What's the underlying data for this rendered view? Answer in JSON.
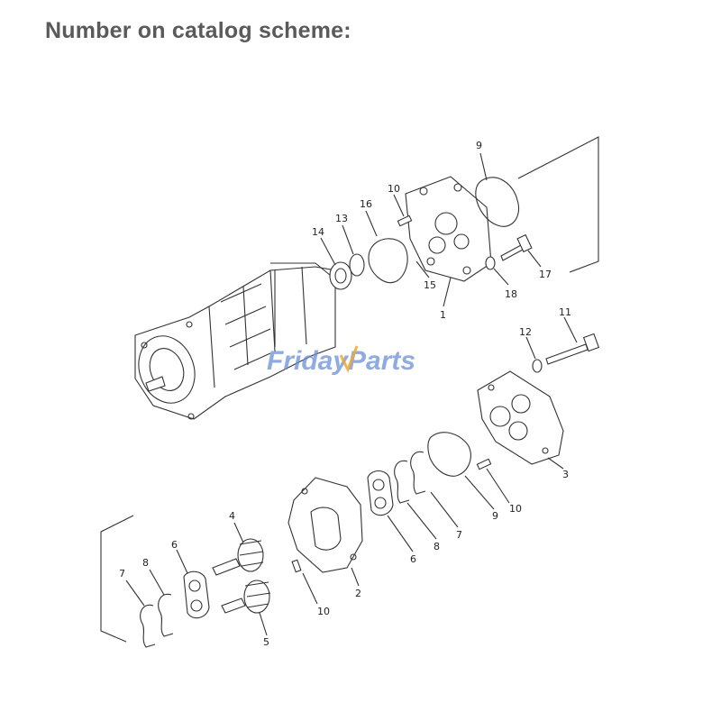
{
  "heading": "Number on catalog scheme:",
  "watermark": {
    "text": "FridayParts",
    "color_primary": "#6a8fd6",
    "color_accent": "#f0a830"
  },
  "callouts": {
    "c1": "1",
    "c2": "2",
    "c3": "3",
    "c4": "4",
    "c5": "5",
    "c6a": "6",
    "c6b": "6",
    "c7a": "7",
    "c7b": "7",
    "c8a": "8",
    "c8b": "8",
    "c9a": "9",
    "c9b": "9",
    "c10a": "10",
    "c10b": "10",
    "c10c": "10",
    "c11": "11",
    "c12": "12",
    "c13": "13",
    "c14": "14",
    "c15": "15",
    "c16": "16",
    "c17": "17",
    "c18": "18"
  }
}
